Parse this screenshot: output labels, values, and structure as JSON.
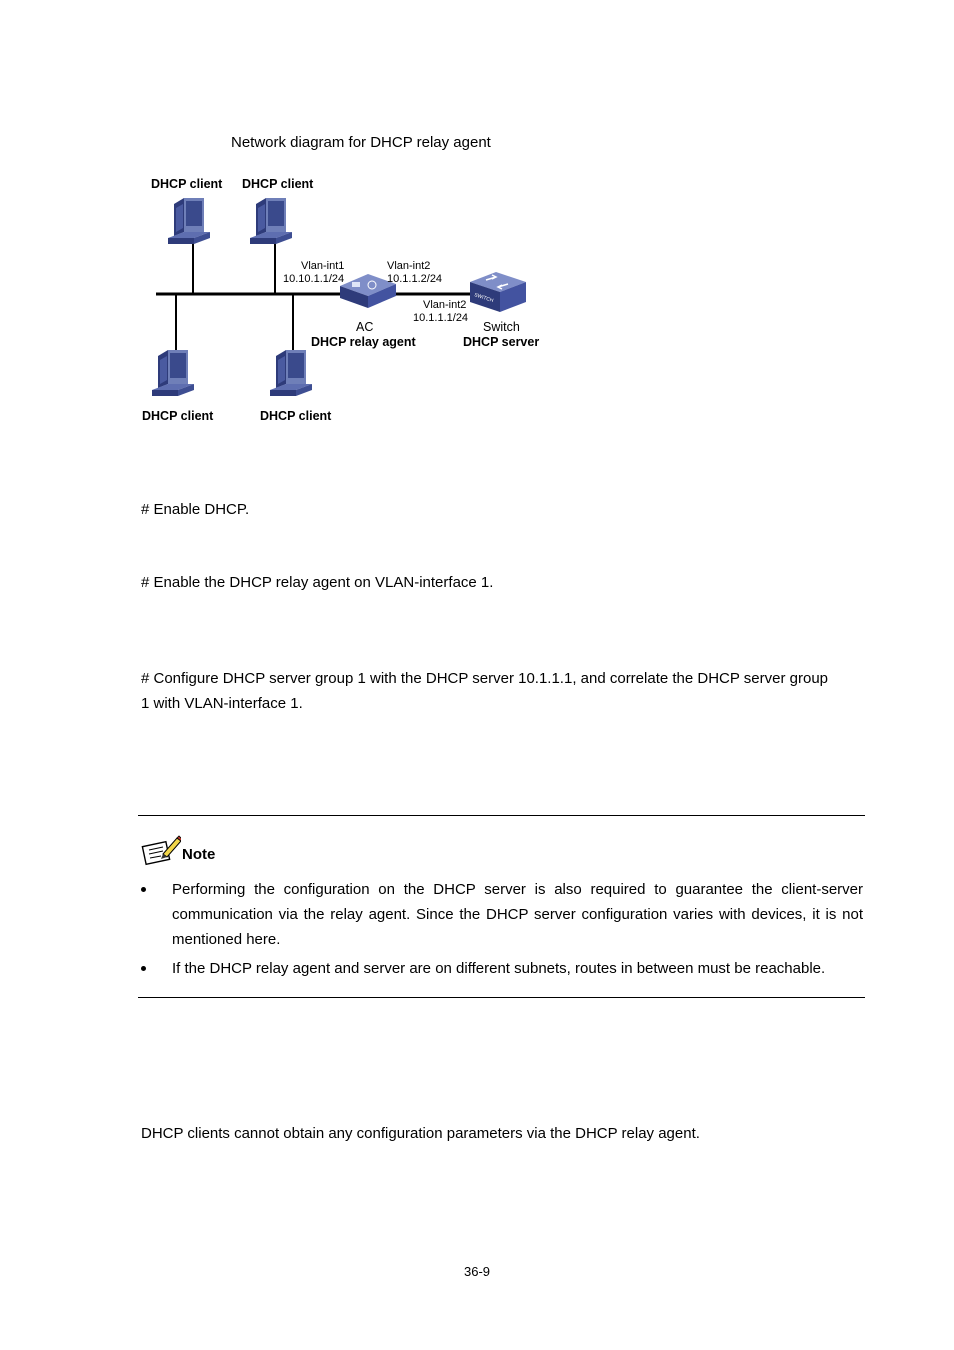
{
  "figure": {
    "caption": "Network diagram for DHCP relay agent",
    "clients": [
      "DHCP client",
      "DHCP client",
      "DHCP client",
      "DHCP client"
    ],
    "ac": {
      "vlan1_label": "Vlan-int1",
      "vlan1_ip": "10.10.1.1/24",
      "vlan2_label": "Vlan-int2",
      "vlan2_ip": "10.1.1.2/24",
      "device": "AC",
      "role": "DHCP relay agent"
    },
    "switch": {
      "vlan2_label": "Vlan-int2",
      "vlan2_ip": "10.1.1.1/24",
      "device": "Switch",
      "role": "DHCP server"
    },
    "icons": [
      "computer-icon",
      "access-controller-icon",
      "switch-icon"
    ]
  },
  "steps": {
    "enable_dhcp": "# Enable DHCP.",
    "enable_relay": "# Enable the DHCP relay agent on VLAN-interface 1.",
    "configure_line1": "# Configure DHCP server group 1 with the DHCP server 10.1.1.1, and correlate the DHCP server group",
    "configure_line2": "1 with VLAN-interface 1."
  },
  "note": {
    "label": "Note",
    "bullet1": "Performing the configuration on the DHCP server is also required to guarantee the client-server communication via the relay agent. Since the DHCP server configuration varies with devices, it is not mentioned here.",
    "bullet2": "If the DHCP relay agent and server are on different subnets, routes in between must be reachable."
  },
  "symptom": "DHCP clients cannot obtain any configuration parameters via the DHCP relay agent.",
  "page_number": "36-9"
}
